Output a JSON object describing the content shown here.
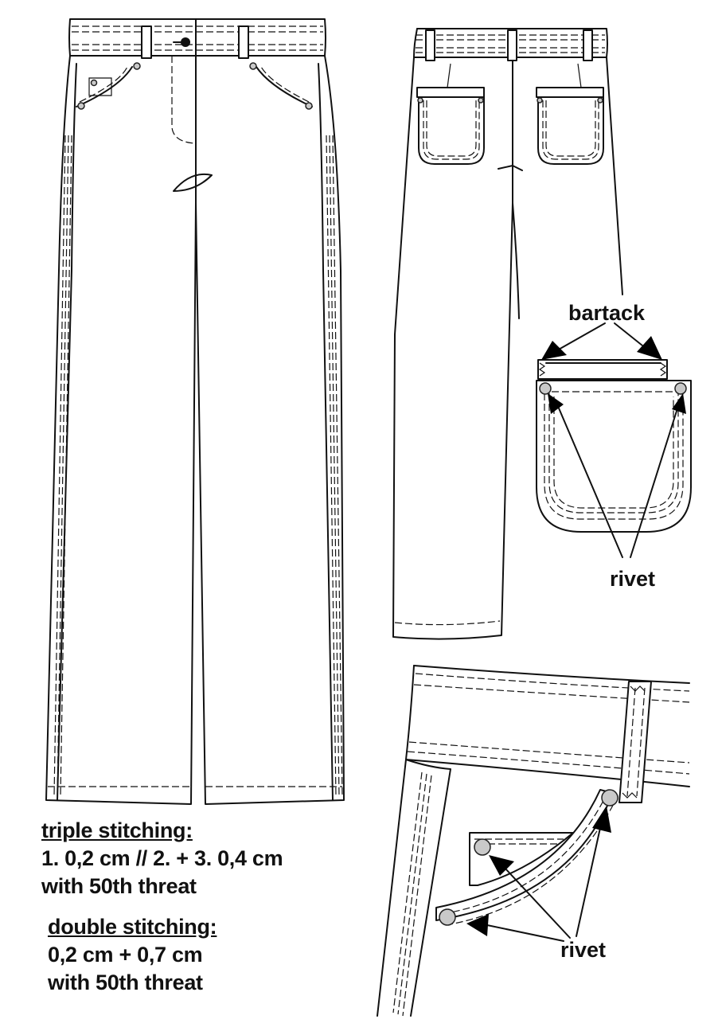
{
  "callouts": {
    "bartack": "bartack",
    "rivet_back": "rivet",
    "rivet_front": "rivet"
  },
  "notes": {
    "triple": {
      "title": "triple stitching:",
      "line1": "1. 0,2 cm // 2. + 3. 0,4 cm",
      "line2": "with 50th threat"
    },
    "double": {
      "title": "double stitching:",
      "line1": "0,2 cm  +  0,7 cm",
      "line2": "with 50th threat"
    }
  },
  "colors": {
    "line": "#111111",
    "rivet": "#c9c9c9",
    "background": "#ffffff"
  }
}
